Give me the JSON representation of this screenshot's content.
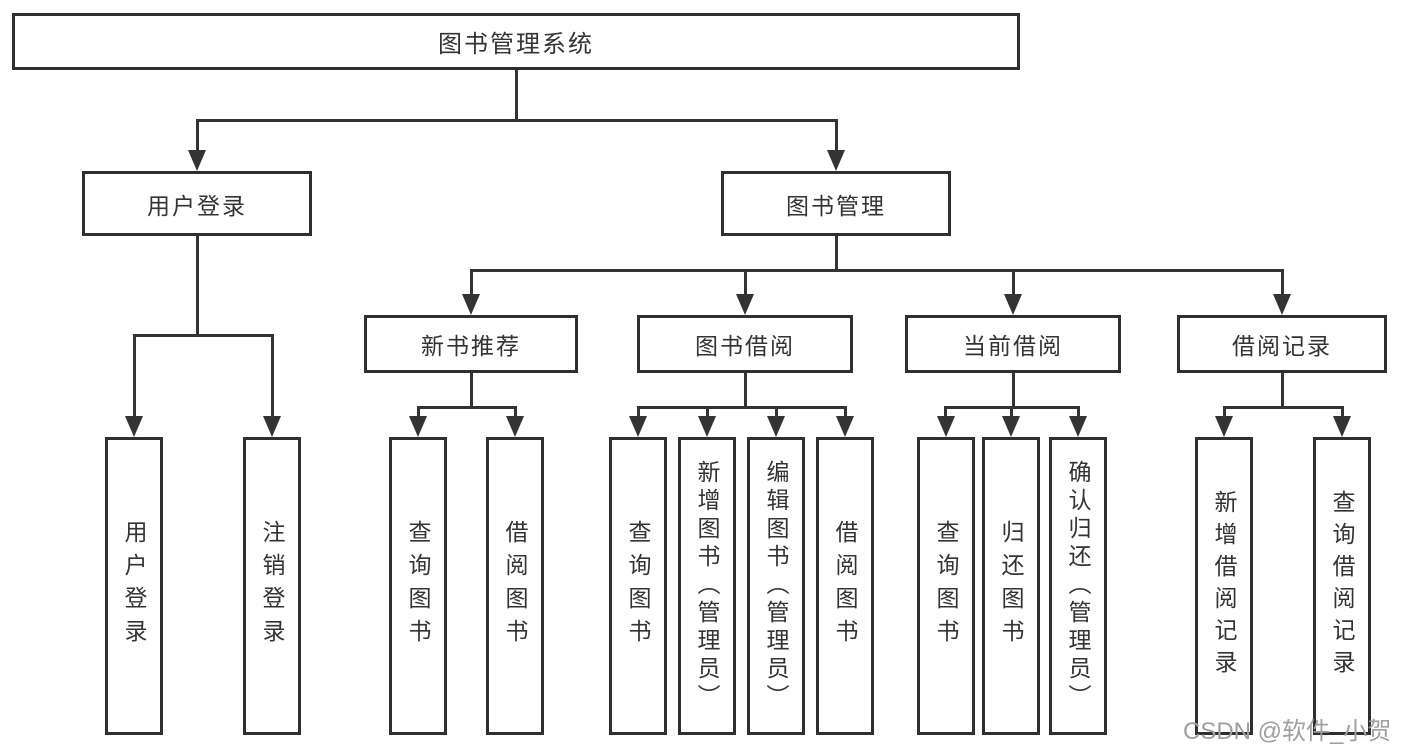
{
  "root": {
    "label": "图书管理系统"
  },
  "level2": [
    {
      "label": "用户登录"
    },
    {
      "label": "图书管理"
    }
  ],
  "level3": [
    {
      "label": "新书推荐"
    },
    {
      "label": "图书借阅"
    },
    {
      "label": "当前借阅"
    },
    {
      "label": "借阅记录"
    }
  ],
  "leaves": {
    "login": [
      {
        "label": "用户登录"
      },
      {
        "label": "注销登录"
      }
    ],
    "recommend": [
      {
        "label": "查询图书"
      },
      {
        "label": "借阅图书"
      }
    ],
    "borrow": [
      {
        "label": "查询图书"
      },
      {
        "label": "新增图书（管理员）"
      },
      {
        "label": "编辑图书（管理员）"
      },
      {
        "label": "借阅图书"
      }
    ],
    "current": [
      {
        "label": "查询图书"
      },
      {
        "label": "归还图书"
      },
      {
        "label": "确认归还（管理员）"
      }
    ],
    "records": [
      {
        "label": "新增借阅记录"
      },
      {
        "label": "查询借阅记录"
      }
    ]
  },
  "watermark": "CSDN @软件_小贺同学",
  "colors": {
    "line": "#333333",
    "border": "#2f2f2f",
    "text": "#333333",
    "watermark": "#9f9f9f",
    "background": "#ffffff"
  }
}
